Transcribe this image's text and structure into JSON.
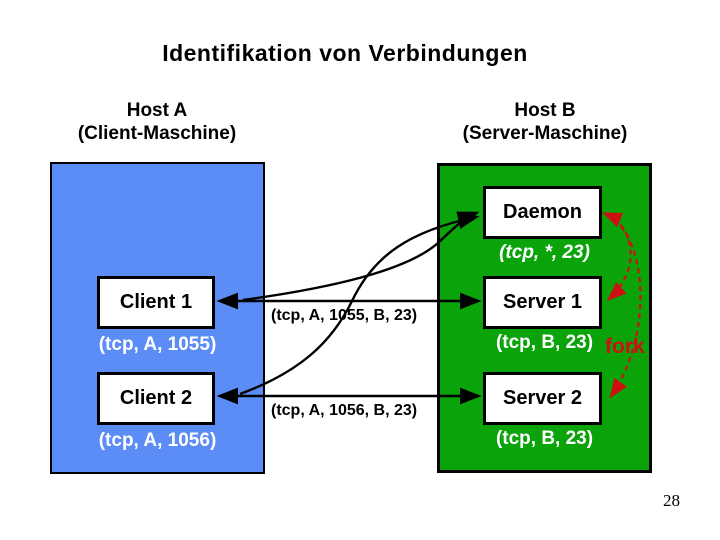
{
  "page": {
    "title": "Identifikation von Verbindungen",
    "page_number": "28"
  },
  "host_a": {
    "title": "Host A",
    "subtitle": "(Client-Maschine)"
  },
  "host_b": {
    "title": "Host B",
    "subtitle": "(Server-Maschine)"
  },
  "nodes": {
    "client1": {
      "label": "Client 1",
      "socket": "(tcp, A, 1055)"
    },
    "client2": {
      "label": "Client 2",
      "socket": "(tcp, A, 1056)"
    },
    "daemon": {
      "label": "Daemon",
      "socket": "(tcp, *, 23)"
    },
    "server1": {
      "label": "Server 1",
      "socket": "(tcp, B, 23)"
    },
    "server2": {
      "label": "Server 2",
      "socket": "(tcp, B, 23)"
    }
  },
  "connections": {
    "conn1": "(tcp, A, 1055, B, 23)",
    "conn2": "(tcp, A, 1056, B, 23)"
  },
  "fork_label": "fork",
  "colors": {
    "host_a_fill": "#5C8DF6",
    "host_b_fill": "#0AA30A",
    "fork_red": "#CC1111"
  }
}
